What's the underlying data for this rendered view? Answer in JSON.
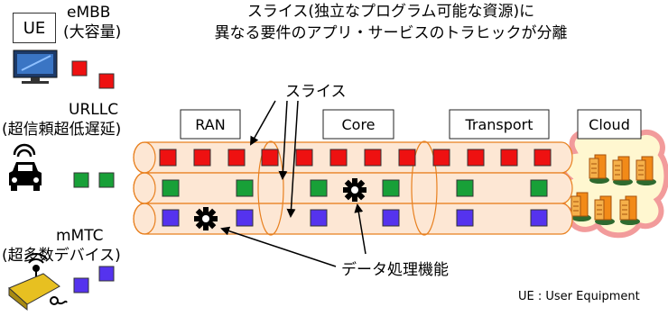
{
  "title": {
    "line1": "スライス(独立なプログラム可能な資源)に",
    "line2": "異なる要件のアプリ・サービスのトラヒックが分離"
  },
  "ue_label": "UE",
  "ue_types": [
    {
      "name": "eMBB",
      "desc": "(大容量)",
      "color": "#ee1111"
    },
    {
      "name": "URLLC",
      "desc": "(超信頼超低遅延)",
      "color": "#18a038"
    },
    {
      "name": "mMTC",
      "desc": "(超多数デバイス)",
      "color": "#5533ee"
    }
  ],
  "sections": [
    "RAN",
    "Core",
    "Transport",
    "Cloud"
  ],
  "slice_label": "スライス",
  "data_processing_label": "データ処理機能",
  "footer": "UE : User Equipment",
  "colors": {
    "slice_fill": "#fde7d4",
    "slice_stroke": "#e8801f",
    "cloud_fill": "#fff7d0",
    "cloud_stroke": "#f29b9b",
    "embb": "#ee1111",
    "urllc": "#18a038",
    "mmtc": "#5533ee"
  },
  "icons": [
    "monitor-icon",
    "car-icon",
    "iot-device-icon",
    "gear-icon",
    "server-icon"
  ]
}
